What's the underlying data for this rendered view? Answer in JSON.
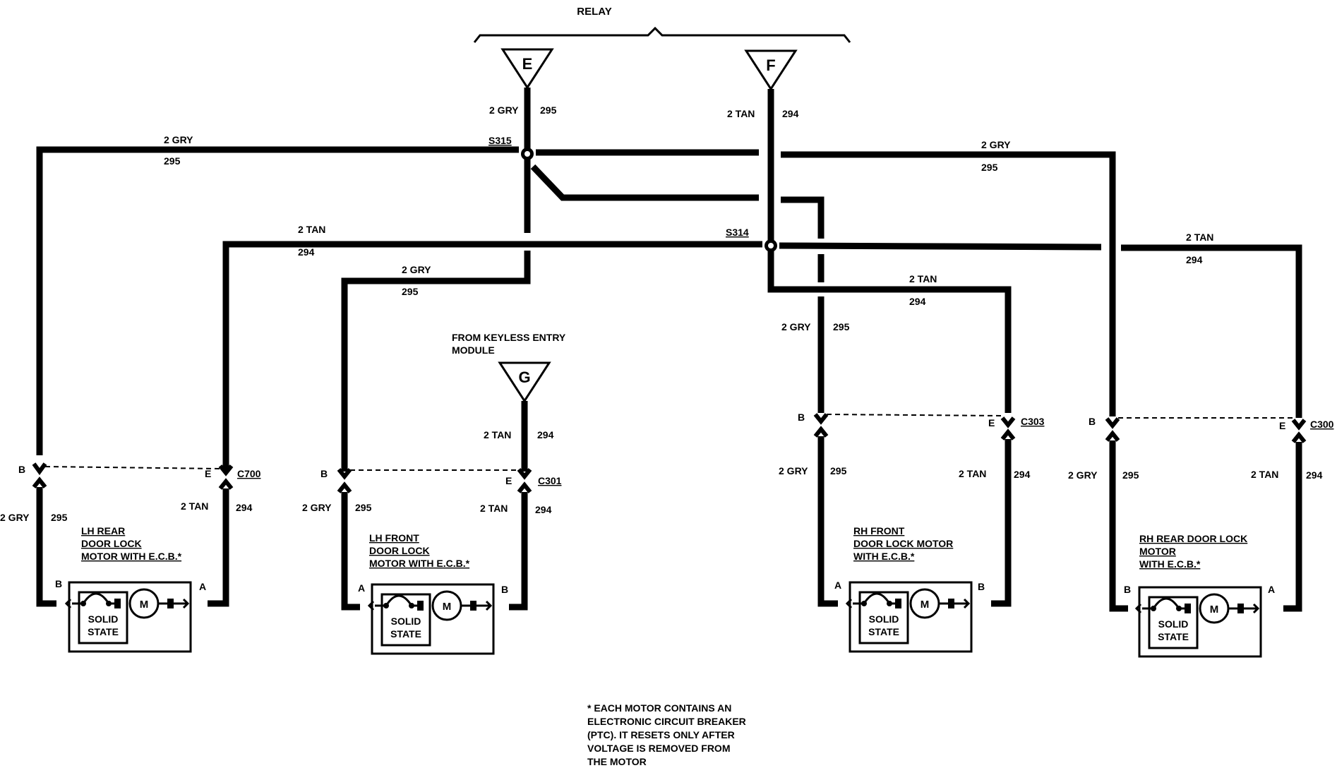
{
  "relay": {
    "label": "RELAY",
    "terminal_e": "E",
    "terminal_f": "F"
  },
  "keyless": {
    "line1": "FROM KEYLESS ENTRY",
    "line2": "MODULE",
    "terminal": "G"
  },
  "splices": {
    "s315": "S315",
    "s314": "S314"
  },
  "wires": {
    "gry": "2 GRY",
    "tan": "2 TAN",
    "gry_circuit": "295",
    "tan_circuit": "294"
  },
  "connectors": {
    "c700": "C700",
    "c301": "C301",
    "c303": "C303",
    "c300": "C300"
  },
  "pins": {
    "a": "A",
    "b": "B",
    "e": "E"
  },
  "motors": {
    "lh_rear": {
      "line1": "LH REAR",
      "line2": "DOOR LOCK",
      "line3": "MOTOR WITH E.C.B.*"
    },
    "lh_front": {
      "line1": "LH FRONT",
      "line2": "DOOR LOCK",
      "line3": "MOTOR WITH E.C.B.*"
    },
    "rh_front": {
      "line1": "RH FRONT",
      "line2": "DOOR  LOCK MOTOR",
      "line3": "WITH E.C.B.*"
    },
    "rh_rear": {
      "line1": "RH REAR DOOR LOCK",
      "line2": "MOTOR",
      "line3": "WITH E.C.B.*"
    }
  },
  "component": {
    "solid": "SOLID",
    "state": "STATE",
    "motor": "M"
  },
  "footnote": [
    "*   EACH MOTOR CONTAINS AN",
    "ELECTRONIC CIRCUIT BREAKER",
    "(PTC). IT RESETS ONLY AFTER",
    "VOLTAGE IS REMOVED FROM",
    "THE MOTOR"
  ]
}
